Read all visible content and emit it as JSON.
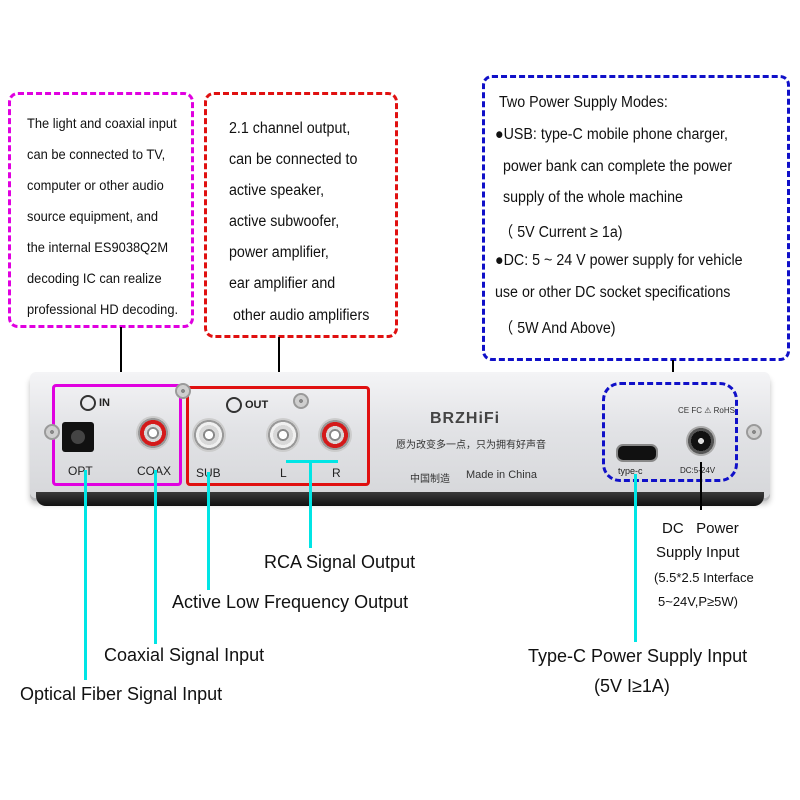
{
  "callouts": {
    "input": {
      "lines": [
        "The light and coaxial input",
        "can be connected to TV,",
        "computer or other audio",
        "source equipment, and",
        "the internal ES9038Q2M",
        "decoding IC can realize",
        "professional HD decoding."
      ]
    },
    "output": {
      "lines": [
        "2.1 channel output,",
        "can be connected to",
        "active speaker,",
        "active subwoofer,",
        "power amplifier,",
        "ear amplifier and",
        "other audio amplifiers"
      ]
    },
    "power": {
      "lines": [
        "Two Power Supply Modes:",
        "●USB: type-C mobile phone charger,",
        "power bank can complete the power",
        "supply of the whole machine",
        "（ 5V Current ≥ 1a)",
        "●DC: 5 ~ 24 V power supply for vehicle",
        "use or other DC socket specifications",
        "（ 5W And Above)"
      ]
    }
  },
  "device": {
    "in_label": "IN",
    "out_label": "OUT",
    "opt_label": "OPT",
    "coax_label": "COAX",
    "sub_label": "SUB",
    "l_label": "L",
    "r_label": "R",
    "brand": "BRZHiFi",
    "slogan": "愿为改变多一点，只为拥有好声音",
    "made_cn": "中国制造",
    "made_en": "Made in China",
    "cert": "CE FC ⚠ RoHS",
    "typec_label": "type-c",
    "dc_label": "DC:5-24V"
  },
  "annotations": {
    "rca": "RCA Signal Output",
    "sub": "Active Low Frequency Output",
    "coax": "Coaxial Signal Input",
    "optical": "Optical Fiber Signal Input",
    "dc_title_1": "DC   Power",
    "dc_title_2": "Supply Input",
    "dc_detail_1": "(5.5*2.5 Interface",
    "dc_detail_2": "5~24V,P≥5W)",
    "typec_1": "Type-C Power Supply Input",
    "typec_2": "(5V I≥1A)"
  },
  "colors": {
    "input": "#e000e0",
    "output": "#e01010",
    "power": "#1010c8",
    "pointer": "#00e5e5"
  }
}
